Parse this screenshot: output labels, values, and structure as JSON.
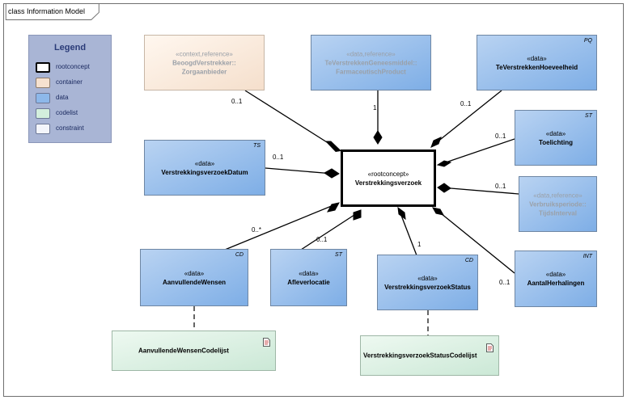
{
  "diagram": {
    "title": "class Information Model"
  },
  "legend": {
    "title": "Legend",
    "items": [
      {
        "label": "rootconcept",
        "color": "#ffffff",
        "border": "#000000"
      },
      {
        "label": "container",
        "color": "#f6e1cf",
        "border": "#8d7c6c"
      },
      {
        "label": "data",
        "color": "#8db8ea",
        "border": "#6d7896"
      },
      {
        "label": "codelist",
        "color": "#d3efdd",
        "border": "#6d7896"
      },
      {
        "label": "constraint",
        "color": "#f3f5fb",
        "border": "#6d7896"
      }
    ]
  },
  "classes": {
    "root": {
      "stereotype": "«rootconcept»",
      "name": "Verstrekkingsverzoek"
    },
    "beoogd": {
      "stereotype": "«context,reference»",
      "name": "BeoogdVerstrekker::\nZorgaanbieder"
    },
    "farmaceutisch": {
      "stereotype": "«data,reference»",
      "name": "TeVerstrekkenGeneesmiddel::\nFarmaceutischProduct"
    },
    "hoeveelheid": {
      "stereotype": "«data»",
      "name": "TeVerstrekkenHoeveelheid",
      "tag": "PQ"
    },
    "datum": {
      "stereotype": "«data»",
      "name": "VerstrekkingsverzoekDatum",
      "tag": "TS"
    },
    "toelichting": {
      "stereotype": "«data»",
      "name": "Toelichting",
      "tag": "ST"
    },
    "verbruiksperiode": {
      "stereotype": "«data,reference»",
      "name": "Verbruiksperiode::\nTijdsInterval"
    },
    "wensen": {
      "stereotype": "«data»",
      "name": "AanvullendeWensen",
      "tag": "CD"
    },
    "afleverlocatie": {
      "stereotype": "«data»",
      "name": "Afleverlocatie",
      "tag": "ST"
    },
    "status": {
      "stereotype": "«data»",
      "name": "VerstrekkingsverzoekStatus",
      "tag": "CD"
    },
    "herhalingen": {
      "stereotype": "«data»",
      "name": "AantalHerhalingen",
      "tag": "INT"
    },
    "wensenCodelijst": {
      "name": "AanvullendeWensenCodelijst"
    },
    "statusCodelijst": {
      "name": "VerstrekkingsverzoekStatusCodelijst"
    }
  },
  "multiplicities": {
    "beoogd": "0..1",
    "farmaceutisch": "1",
    "hoeveelheid": "0..1",
    "datum": "0..1",
    "toelichting": "0..1",
    "verbruiksperiode": "0..1",
    "wensen": "0..*",
    "afleverlocatie": "0..1",
    "status": "1",
    "herhalingen": "0..1"
  }
}
